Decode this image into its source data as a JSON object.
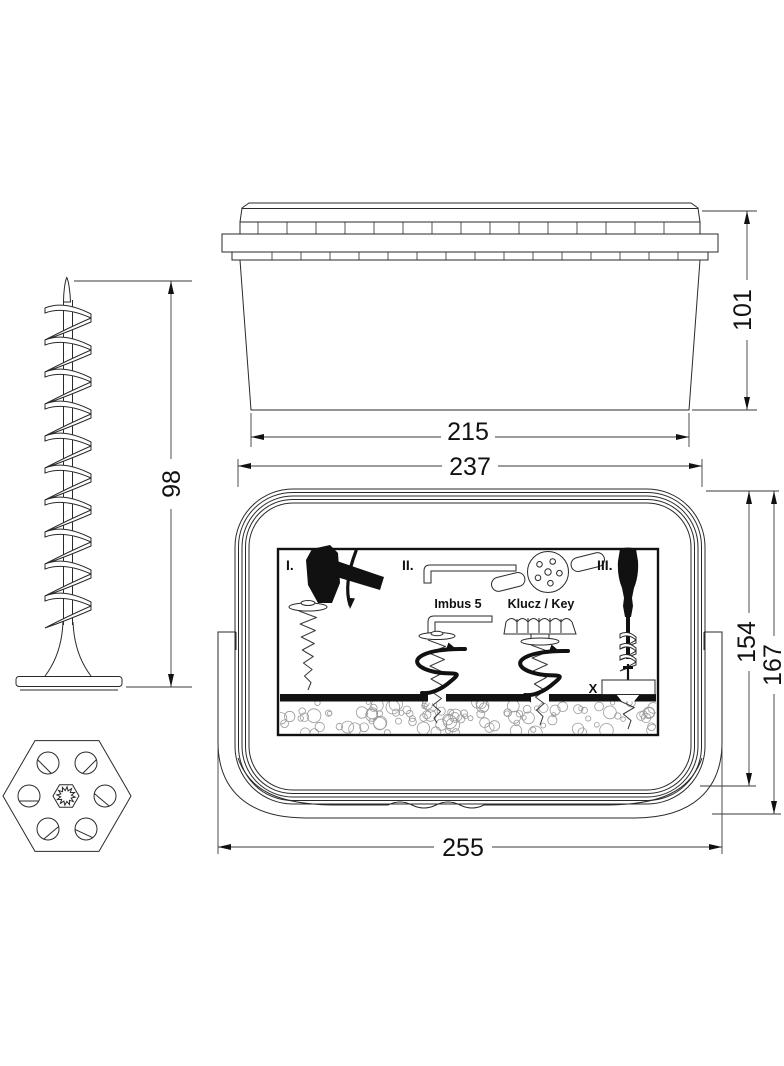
{
  "drawing": {
    "type": "technical-dimension-sheet",
    "colors": {
      "line": "#2a2a2a",
      "background": "#ffffff",
      "foam_dot": "#9a9a9a",
      "ink": "#111111"
    },
    "dimensions": {
      "screw_length": "98",
      "bucket_body_width": "215",
      "bucket_height": "101",
      "front_body_width": "237",
      "front_overall_width": "255",
      "front_body_height": "154",
      "front_overall_height": "167"
    },
    "instruction_label": {
      "step_1": "I.",
      "step_2": "II.",
      "step_3": "III.",
      "hex_key_label": "Imbus 5",
      "key_label": "Klucz / Key",
      "flush_mark": "X"
    }
  }
}
